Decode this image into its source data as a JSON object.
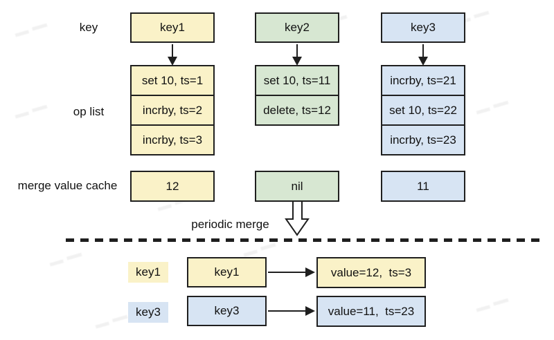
{
  "diagram": {
    "row_labels": {
      "key": "key",
      "op_list": "op list",
      "merge_value_cache": "merge value cache"
    },
    "periodic_merge_label": "periodic merge",
    "columns": [
      {
        "key": "key1",
        "ops": [
          "set 10, ts=1",
          "incrby, ts=2",
          "incrby, ts=3"
        ],
        "cache": "12"
      },
      {
        "key": "key2",
        "ops": [
          "set 10, ts=11",
          "delete, ts=12"
        ],
        "cache": "nil"
      },
      {
        "key": "key3",
        "ops": [
          "incrby, ts=21",
          "set 10, ts=22",
          "incrby, ts=23"
        ],
        "cache": "11"
      }
    ],
    "merged_rows": [
      {
        "tag": "key1",
        "key": "key1",
        "result": "value=12,  ts=3"
      },
      {
        "tag": "key3",
        "key": "key3",
        "result": "value=11,  ts=23"
      }
    ],
    "colors": {
      "yellow_fill": "#faf2c8",
      "green_fill": "#d7e7d2",
      "blue_fill": "#d7e4f3",
      "border": "#1f1f1f"
    }
  }
}
